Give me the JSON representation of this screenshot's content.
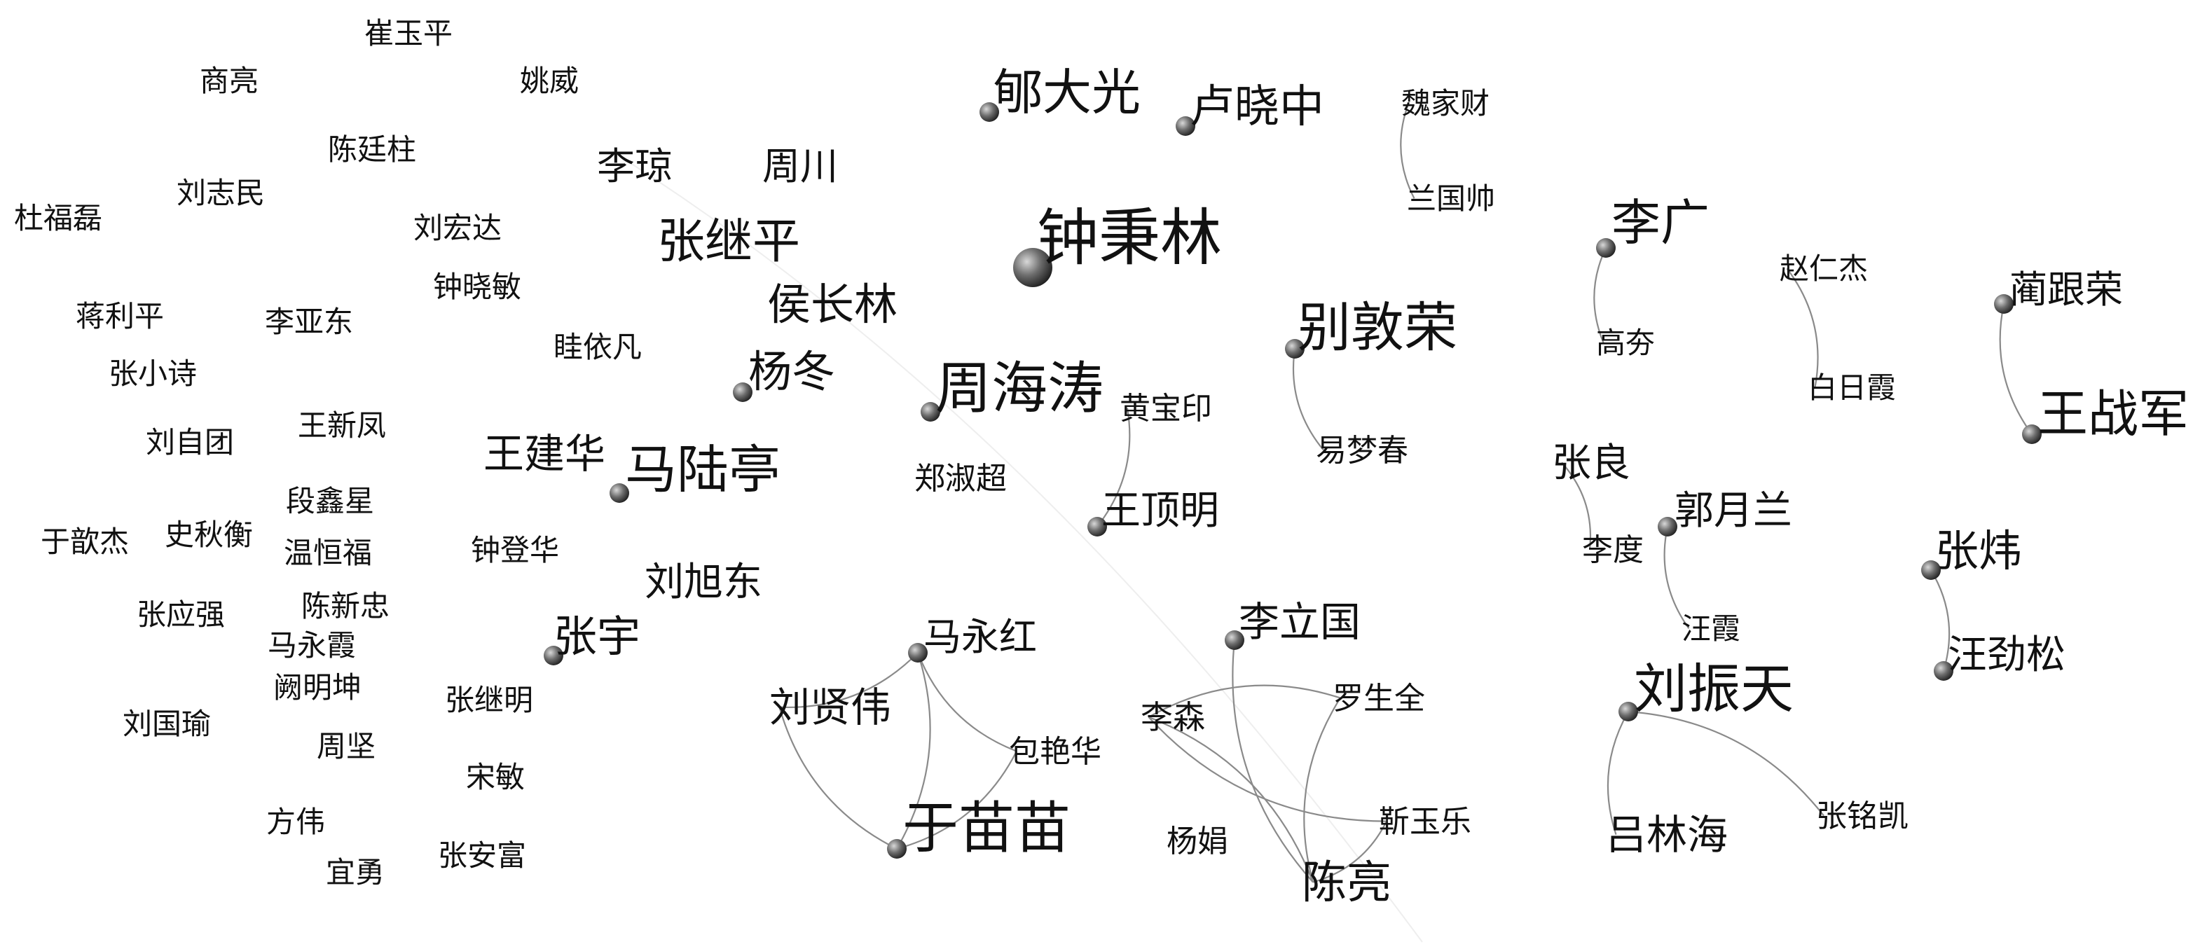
{
  "nodes": [
    {
      "id": "cui-yuping",
      "label": "崔玉平"
    },
    {
      "id": "shang-liang",
      "label": "商亮"
    },
    {
      "id": "yao-wei",
      "label": "姚威"
    },
    {
      "id": "chen-tingzhu",
      "label": "陈廷柱"
    },
    {
      "id": "liu-zhimin",
      "label": "刘志民"
    },
    {
      "id": "du-fulei",
      "label": "杜福磊"
    },
    {
      "id": "liu-hongda",
      "label": "刘宏达"
    },
    {
      "id": "zhong-xiaomin",
      "label": "钟晓敏"
    },
    {
      "id": "jiang-liping",
      "label": "蒋利平"
    },
    {
      "id": "li-yadong",
      "label": "李亚东"
    },
    {
      "id": "zhang-xiaoshi",
      "label": "张小诗"
    },
    {
      "id": "sui-yifan",
      "label": "眭依凡"
    },
    {
      "id": "liu-zituan",
      "label": "刘自团"
    },
    {
      "id": "wang-xinfeng",
      "label": "王新凤"
    },
    {
      "id": "duan-xinxing",
      "label": "段鑫星"
    },
    {
      "id": "yu-xinjie",
      "label": "于歆杰"
    },
    {
      "id": "shi-qiuheng",
      "label": "史秋衡"
    },
    {
      "id": "wen-hengfu",
      "label": "温恒福"
    },
    {
      "id": "zhong-denghua",
      "label": "钟登华"
    },
    {
      "id": "zhang-yingqiang",
      "label": "张应强"
    },
    {
      "id": "chen-xinzhong",
      "label": "陈新忠"
    },
    {
      "id": "ma-yongxia",
      "label": "马永霞"
    },
    {
      "id": "que-mingkun",
      "label": "阙明坤"
    },
    {
      "id": "zhang-jiming",
      "label": "张继明"
    },
    {
      "id": "liu-guoyu",
      "label": "刘国瑜"
    },
    {
      "id": "zhou-jian",
      "label": "周坚"
    },
    {
      "id": "song-min",
      "label": "宋敏"
    },
    {
      "id": "fang-wei",
      "label": "方伟"
    },
    {
      "id": "zhang-anfu",
      "label": "张安富"
    },
    {
      "id": "xuan-yong",
      "label": "宜勇"
    },
    {
      "id": "li-qiong",
      "label": "李琼"
    },
    {
      "id": "zhou-chuan",
      "label": "周川"
    },
    {
      "id": "zhang-jiping",
      "label": "张继平"
    },
    {
      "id": "hou-changlin",
      "label": "侯长林"
    },
    {
      "id": "yang-dong",
      "label": "杨冬"
    },
    {
      "id": "wang-jianhua",
      "label": "王建华"
    },
    {
      "id": "ma-luting",
      "label": "马陆亭"
    },
    {
      "id": "liu-xudong",
      "label": "刘旭东"
    },
    {
      "id": "zhang-yu",
      "label": "张宇"
    },
    {
      "id": "hao-daguang",
      "label": "郇大光"
    },
    {
      "id": "lu-xiaozhong",
      "label": "卢晓中"
    },
    {
      "id": "wei-jiacai",
      "label": "魏家财"
    },
    {
      "id": "lan-guoshuai",
      "label": "兰国帅"
    },
    {
      "id": "zhong-binglin",
      "label": "钟秉林"
    },
    {
      "id": "zhou-haitao",
      "label": "周海涛"
    },
    {
      "id": "huang-baoyin",
      "label": "黄宝印"
    },
    {
      "id": "zheng-shuchao",
      "label": "郑淑超"
    },
    {
      "id": "wang-dingming",
      "label": "王顶明"
    },
    {
      "id": "bie-dunrong",
      "label": "别敦荣"
    },
    {
      "id": "yi-mengchun",
      "label": "易梦春"
    },
    {
      "id": "ma-yonghong",
      "label": "马永红"
    },
    {
      "id": "liu-xianwei",
      "label": "刘贤伟"
    },
    {
      "id": "bao-yanhua",
      "label": "包艳华"
    },
    {
      "id": "yu-miaomiao",
      "label": "于苗苗"
    },
    {
      "id": "li-liguo",
      "label": "李立国"
    },
    {
      "id": "luo-shengquan",
      "label": "罗生全"
    },
    {
      "id": "li-sen",
      "label": "李森"
    },
    {
      "id": "jin-yule",
      "label": "靳玉乐"
    },
    {
      "id": "yang-juan",
      "label": "杨娟"
    },
    {
      "id": "chen-liang",
      "label": "陈亮"
    },
    {
      "id": "li-guang",
      "label": "李广"
    },
    {
      "id": "gao-kua",
      "label": "高夯"
    },
    {
      "id": "zhao-renjie",
      "label": "赵仁杰"
    },
    {
      "id": "bai-rixia",
      "label": "白日霞"
    },
    {
      "id": "lin-genrong",
      "label": "蔺跟荣"
    },
    {
      "id": "wang-zhanjun",
      "label": "王战军"
    },
    {
      "id": "zhang-liang",
      "label": "张良"
    },
    {
      "id": "guo-yuelan",
      "label": "郭月兰"
    },
    {
      "id": "li-du",
      "label": "李度"
    },
    {
      "id": "wang-xia",
      "label": "汪霞"
    },
    {
      "id": "zhang-wei",
      "label": "张炜"
    },
    {
      "id": "wang-jinsong",
      "label": "汪劲松"
    },
    {
      "id": "liu-zhentian",
      "label": "刘振天"
    },
    {
      "id": "lv-linhai",
      "label": "吕林海"
    },
    {
      "id": "zhang-mingkai",
      "label": "张铭凯"
    }
  ],
  "edges": [
    [
      "wei-jiacai",
      "lan-guoshuai"
    ],
    [
      "huang-baoyin",
      "wang-dingming"
    ],
    [
      "bie-dunrong",
      "yi-mengchun"
    ],
    [
      "ma-yonghong",
      "liu-xianwei"
    ],
    [
      "ma-yonghong",
      "bao-yanhua"
    ],
    [
      "ma-yonghong",
      "yu-miaomiao"
    ],
    [
      "liu-xianwei",
      "yu-miaomiao"
    ],
    [
      "bao-yanhua",
      "yu-miaomiao"
    ],
    [
      "li-liguo",
      "chen-liang"
    ],
    [
      "li-sen",
      "luo-shengquan"
    ],
    [
      "li-sen",
      "jin-yule"
    ],
    [
      "li-sen",
      "chen-liang"
    ],
    [
      "luo-shengquan",
      "chen-liang"
    ],
    [
      "jin-yule",
      "chen-liang"
    ],
    [
      "li-guang",
      "gao-kua"
    ],
    [
      "zhao-renjie",
      "bai-rixia"
    ],
    [
      "lin-genrong",
      "wang-zhanjun"
    ],
    [
      "zhang-liang",
      "li-du"
    ],
    [
      "guo-yuelan",
      "wang-xia"
    ],
    [
      "zhang-wei",
      "wang-jinsong"
    ],
    [
      "liu-zhentian",
      "lv-linhai"
    ],
    [
      "liu-zhentian",
      "zhang-mingkai"
    ]
  ]
}
